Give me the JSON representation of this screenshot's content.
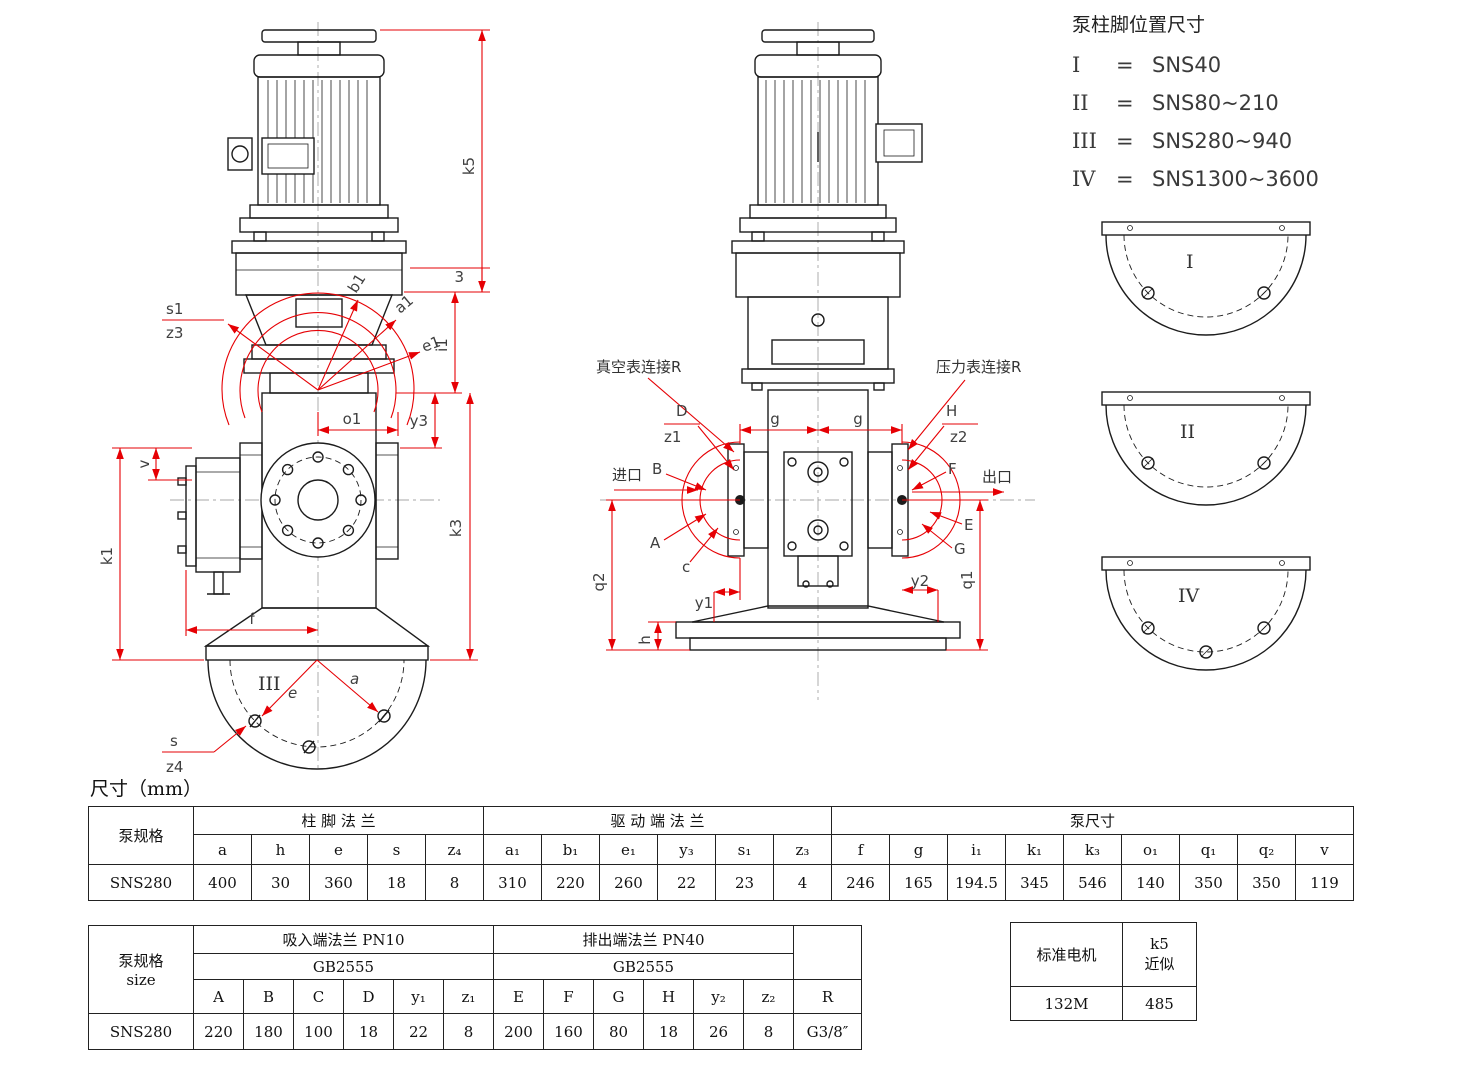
{
  "colors": {
    "dimension_red": "#e60004",
    "line_black": "#1c1c1c"
  },
  "legend": {
    "title": "泵柱脚位置尺寸",
    "eq": "=",
    "items": [
      {
        "n": "I",
        "v": "SNS40"
      },
      {
        "n": "II",
        "v": "SNS80~210"
      },
      {
        "n": "III",
        "v": "SNS280~940"
      },
      {
        "n": "IV",
        "v": "SNS1300~3600"
      }
    ]
  },
  "views": {
    "v1": "I",
    "v2": "II",
    "v3": "IV"
  },
  "front": {
    "s1": "s1",
    "z3": "z3",
    "b1": "b1",
    "a1": "a1",
    "e1": "e1",
    "d3": "3",
    "k5": "k5",
    "i1": "i1",
    "y3": "y3",
    "o1": "o1",
    "v": "v",
    "k1": "k1",
    "k3": "k3",
    "f": "f",
    "foot_view": "III",
    "e": "e",
    "a": "a",
    "s": "s",
    "z4": "z4"
  },
  "side": {
    "vac": "真空表连接R",
    "press": "压力表连接R",
    "D": "D",
    "z1": "z1",
    "B": "B",
    "inlet": "进口",
    "A": "A",
    "c": "c",
    "g": "g",
    "H": "H",
    "z2": "z2",
    "F": "F",
    "outlet": "出口",
    "E": "E",
    "G": "G",
    "q2": "q2",
    "y1": "y1",
    "y2": "y2",
    "q1": "q1",
    "h": "h"
  },
  "heading": "尺寸（mm）",
  "t1": {
    "spec_h": "泵规格",
    "g1": "柱 脚 法 兰",
    "g2": "驱 动 端 法 兰",
    "g3": "泵尺寸",
    "cols": [
      "a",
      "h",
      "e",
      "s",
      "z₄",
      "a₁",
      "b₁",
      "e₁",
      "y₃",
      "s₁",
      "z₃",
      "f",
      "g",
      "i₁",
      "k₁",
      "k₃",
      "o₁",
      "q₁",
      "q₂",
      "v"
    ],
    "spec": "SNS280",
    "vals": [
      "400",
      "30",
      "360",
      "18",
      "8",
      "310",
      "220",
      "260",
      "22",
      "23",
      "4",
      "246",
      "165",
      "194.5",
      "345",
      "546",
      "140",
      "350",
      "350",
      "119"
    ]
  },
  "t2": {
    "spec_h1": "泵规格",
    "spec_h2": "size",
    "g1": "吸入端法兰 PN10",
    "g1s": "GB2555",
    "g2": "排出端法兰 PN40",
    "g2s": "GB2555",
    "r": "R",
    "cols": [
      "A",
      "B",
      "C",
      "D",
      "y₁",
      "z₁",
      "E",
      "F",
      "G",
      "H",
      "y₂",
      "z₂"
    ],
    "spec": "SNS280",
    "vals": [
      "220",
      "180",
      "100",
      "18",
      "22",
      "8",
      "200",
      "160",
      "80",
      "18",
      "26",
      "8"
    ],
    "rval": "G3/8″"
  },
  "t3": {
    "h1": "标准电机",
    "h2a": "k5",
    "h2b": "近似",
    "v1": "132M",
    "v2": "485"
  }
}
